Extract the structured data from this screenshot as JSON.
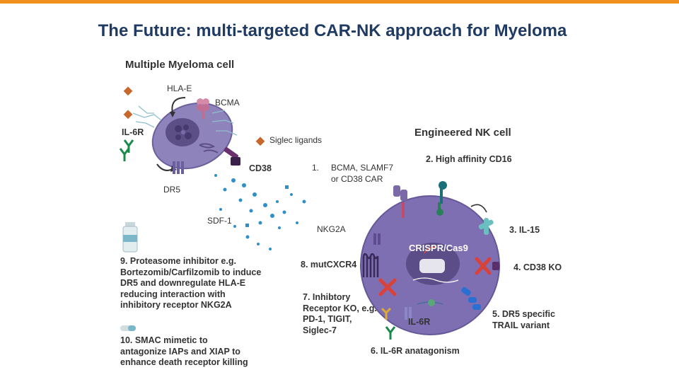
{
  "title": "The Future: multi-targeted CAR-NK approach for Myeloma",
  "colors": {
    "accent_bar": "#f0901e",
    "title": "#1f3a63",
    "cell_fill": "#8f83bb",
    "nk_fill": "#7d6fb2",
    "receptor_red": "#d8423a",
    "blue_dots": "#2f8fc9"
  },
  "mm_cell": {
    "heading": "Multiple Myeloma cell",
    "labels": {
      "hla_e": "HLA-E",
      "bcma": "BCMA",
      "il6r": "IL-6R",
      "siglec": "Siglec ligands",
      "cd38": "CD38",
      "dr5": "DR5",
      "sdf1": "SDF-1"
    }
  },
  "car": {
    "number": "1.",
    "text": "BCMA, SLAMF7 or CD38 CAR"
  },
  "nk_cell": {
    "heading": "Engineered NK cell",
    "crispr": "CRISPR/Cas9",
    "nkg2a": "NKG2A",
    "il6r": "IL-6R",
    "items": {
      "i2": "2. High affinity CD16",
      "i3": "3. IL-15",
      "i4": "4. CD38 KO",
      "i5": "5. DR5 specific TRAIL variant",
      "i6": "6. IL-6R anatagonism",
      "i7": "7. Inhibtory Receptor KO, e.g. PD-1, TIGIT, Siglec-7",
      "i8": "8. mutCXCR4"
    }
  },
  "left_notes": {
    "n9": "9. Proteasome inhibitor e.g. Bortezomib/Carfilzomib to induce DR5 and downregulate HLA-E reducing interaction with inhibitory receptor NKG2A",
    "n10": "10. SMAC mimetic to antagonize IAPs and XIAP to enhance death receptor killing"
  }
}
